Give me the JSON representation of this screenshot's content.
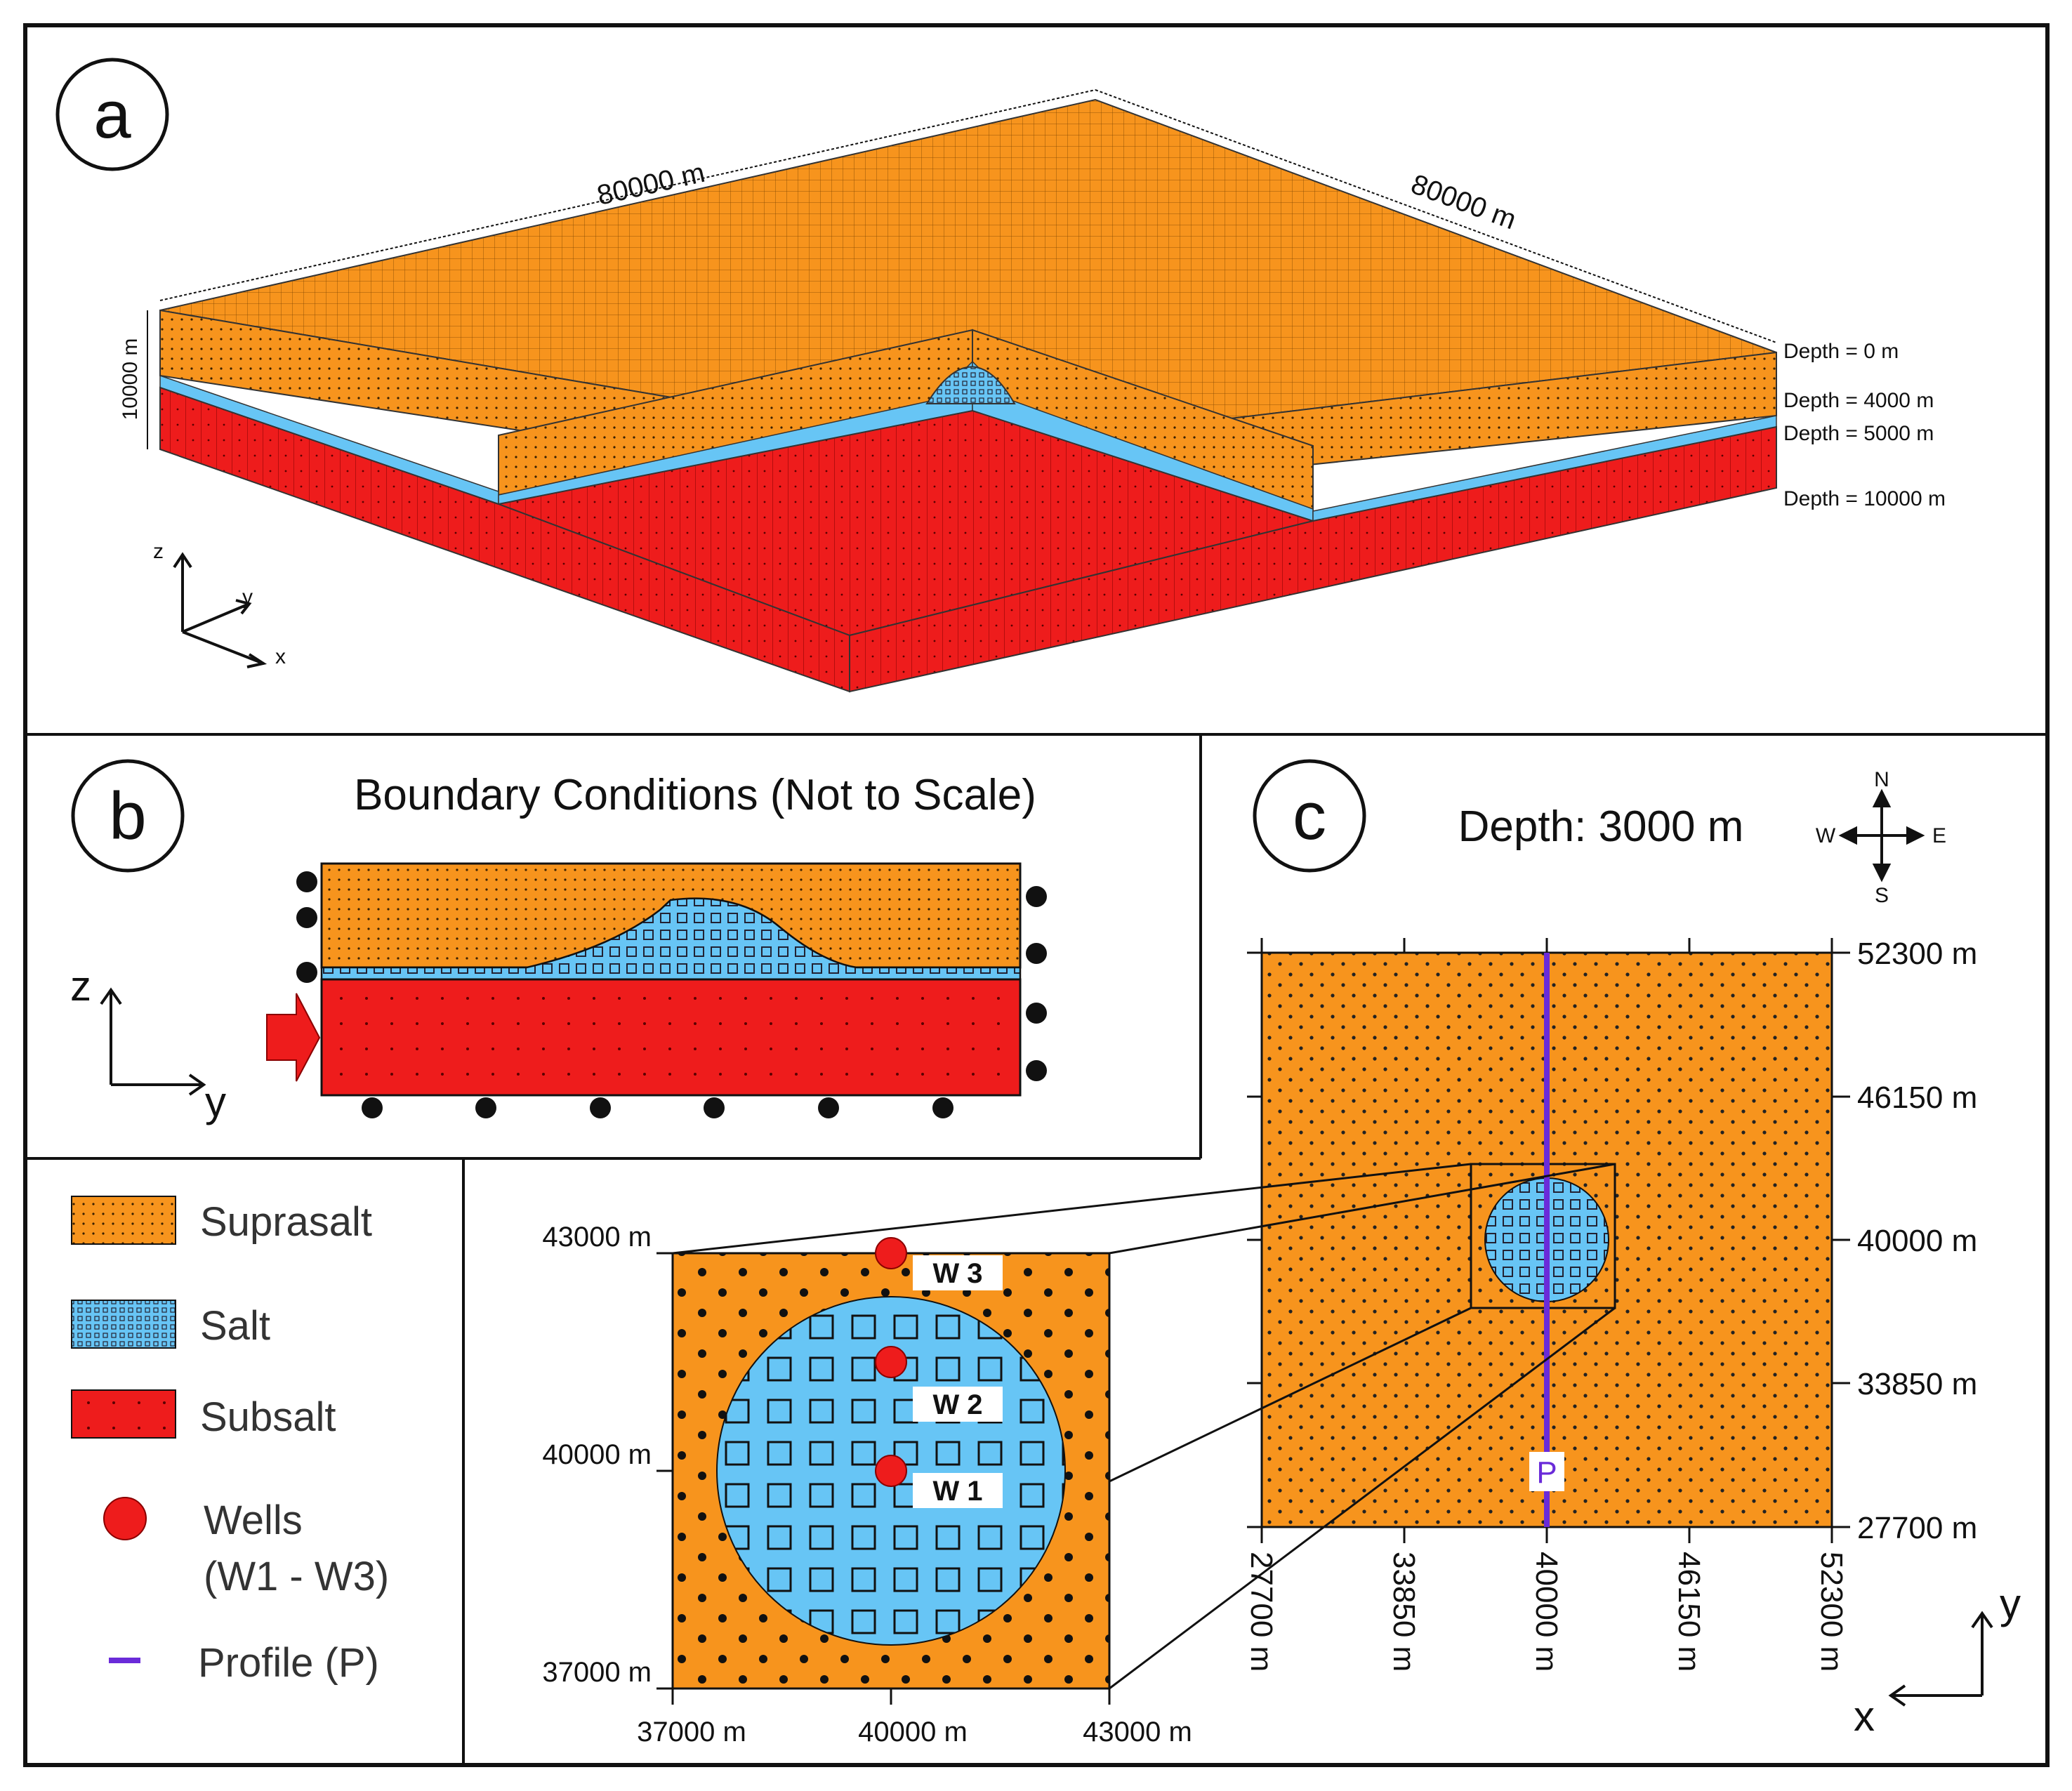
{
  "panel_a": {
    "letter": "a",
    "dim_left": "80000 m",
    "dim_right": "80000 m",
    "dim_height": "10000 m",
    "depth_labels": [
      "Depth = 0 m",
      "Depth = 4000 m",
      "Depth = 5000 m",
      "Depth = 10000 m"
    ],
    "axes": {
      "z": "z",
      "y": "y",
      "x": "x"
    }
  },
  "panel_b": {
    "letter": "b",
    "title": "Boundary Conditions (Not to Scale)",
    "axes": {
      "z": "z",
      "y": "y"
    }
  },
  "panel_c": {
    "letter": "c",
    "title": "Depth: 3000 m",
    "compass": {
      "n": "N",
      "s": "S",
      "e": "E",
      "w": "W"
    },
    "right_ticks": [
      "52300 m",
      "46150 m",
      "40000 m",
      "33850 m",
      "27700 m"
    ],
    "bottom_ticks": [
      "27700 m",
      "33850 m",
      "40000 m",
      "46150 m",
      "52300 m"
    ],
    "profile_label": "P",
    "axes": {
      "y": "y",
      "x": "x"
    }
  },
  "zoom": {
    "left_ticks": [
      "43000 m",
      "40000 m",
      "37000 m"
    ],
    "bottom_ticks": [
      "37000 m",
      "40000 m",
      "43000 m"
    ],
    "wells": [
      "W 3",
      "W 2",
      "W 1"
    ]
  },
  "legend": {
    "suprasalt": "Suprasalt",
    "salt": "Salt",
    "subsalt": "Subsalt",
    "wells_1": "Wells",
    "wells_2": "(W1 - W3)",
    "profile": "Profile (P)"
  },
  "colors": {
    "suprasalt": "#f7941d",
    "salt": "#67c5f5",
    "subsalt": "#ee1c1c",
    "well": "#ee1c1c",
    "profile": "#6a2bd9"
  }
}
